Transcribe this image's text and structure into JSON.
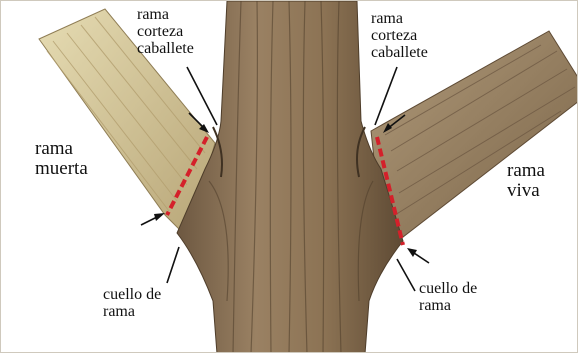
{
  "labels": {
    "left_top": {
      "line1": "rama",
      "line2": "corteza",
      "line3": "caballete"
    },
    "right_top": {
      "line1": "rama",
      "line2": "corteza",
      "line3": "caballete"
    },
    "left_side": {
      "line1": "rama",
      "line2": "muerta"
    },
    "right_side": {
      "line1": "rama",
      "line2": "viva"
    },
    "left_bottom": {
      "line1": "cuello de",
      "line2": "rama"
    },
    "right_bottom": {
      "line1": "cuello de",
      "line2": "rama"
    }
  },
  "colors": {
    "trunk": "#8a7152",
    "trunk_shadow": "#5e4a34",
    "dead_branch": "#d4c79a",
    "live_branch": "#9b8465",
    "cut_line": "#d4202a",
    "arrow": "#111111"
  }
}
